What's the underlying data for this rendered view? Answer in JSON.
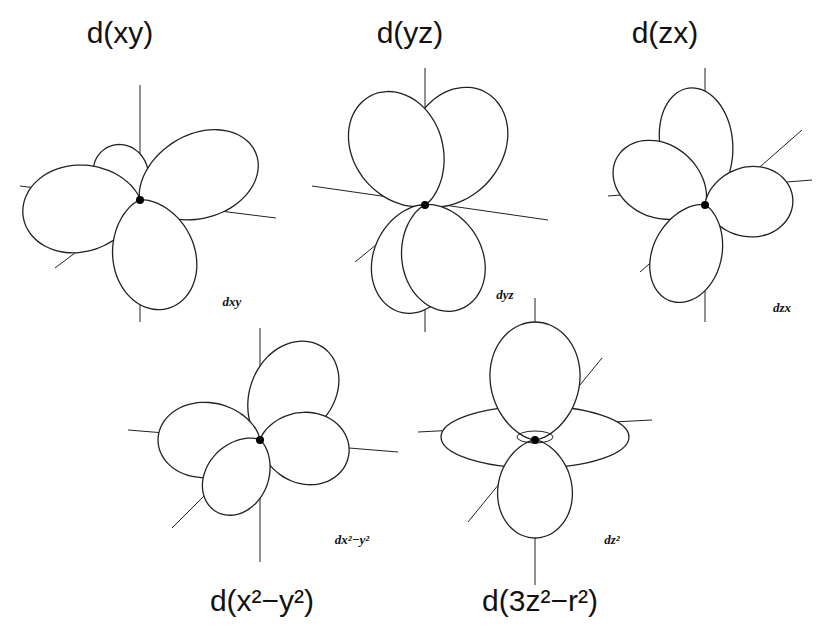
{
  "diagram": {
    "labels": [
      "d(xy)",
      "d(yz)",
      "d(zx)",
      "dxy",
      "dyz",
      "dzx",
      "dx²−y²",
      "dz²",
      "d(x²−y²)",
      "d(3z²−r²)"
    ]
  }
}
